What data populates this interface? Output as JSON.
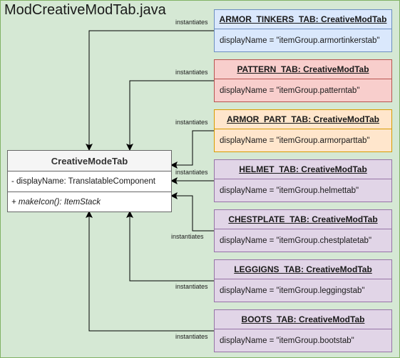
{
  "file_title": "ModCreativeModTab.java",
  "colors": {
    "frame_fill": "#d5e8d4",
    "frame_stroke": "#82b366",
    "blue_fill": "#dae8fc",
    "red_fill": "#f8cecc",
    "orange_fill": "#ffe6cc",
    "purple_fill": "#e1d5e7"
  },
  "class_box": {
    "name": "CreativeModeTab",
    "attribute": "- displayName: TranslatableComponent",
    "method": "+ makeIcon(): ItemStack"
  },
  "relation_label": "instantiates",
  "objects": [
    {
      "title": "ARMOR_TINKERS_TAB: CreativeModTab",
      "display": "displayName = \"itemGroup.armortinkerstab\"",
      "color": "blue"
    },
    {
      "title": "PATTERN_TAB: CreativeModTab",
      "display": "displayName = \"itemGroup.patterntab\"",
      "color": "red"
    },
    {
      "title": "ARMOR_PART_TAB: CreativeModTab",
      "display": "displayName = \"itemGroup.armorparttab\"",
      "color": "orange"
    },
    {
      "title": "HELMET_TAB: CreativeModTab",
      "display": "displayName = \"itemGroup.helmettab\"",
      "color": "purple"
    },
    {
      "title": "CHESTPLATE_TAB: CreativeModTab",
      "display": "displayName = \"itemGroup.chestplatetab\"",
      "color": "purple"
    },
    {
      "title": "LEGGIGNS_TAB: CreativeModTab",
      "display": "displayName = \"itemGroup.leggingstab\"",
      "color": "purple"
    },
    {
      "title": "BOOTS_TAB: CreativeModTab",
      "display": "displayName = \"itemGroup.bootstab\"",
      "color": "purple"
    }
  ]
}
